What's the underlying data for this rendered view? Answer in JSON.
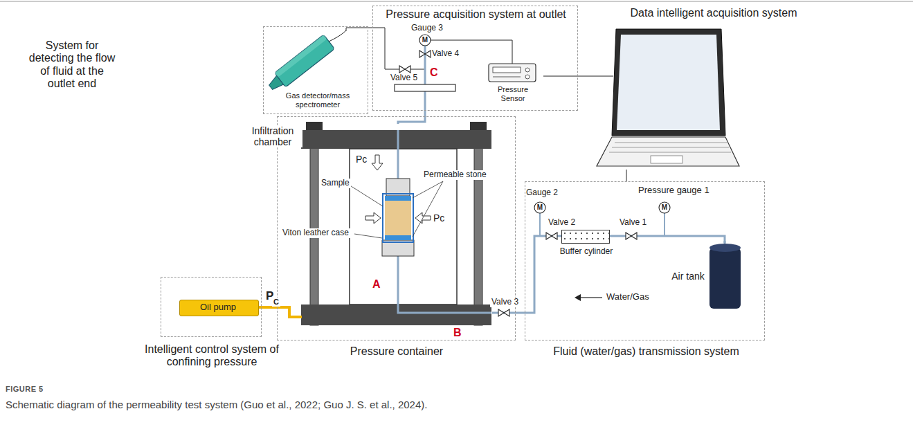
{
  "diagram": {
    "caption": "Schematic diagram of the permeability test system (Guo et al., 2022; Guo J. S. et al., 2024).",
    "nodes": [
      {
        "text": [
          "System for detecting the flow of fluid at the outlet end"
        ]
      },
      {
        "text": [
          "Gas detector/mass spectrometer"
        ],
        "in": 0
      },
      {
        "text": [
          "Pressure acquisition system at outlet"
        ]
      },
      {
        "text": [
          "Pressure Sensor"
        ],
        "in": 2
      },
      {
        "text": [
          "Data intelligent acquisition system"
        ]
      },
      {
        "text": [
          "Intelligent control system of confining pressure"
        ]
      },
      {
        "text": [
          "Oil pump"
        ],
        "in": 5
      },
      {
        "text": [
          "Pressure container"
        ]
      },
      {
        "text": [
          "Infiltration chamber"
        ],
        "in": 7
      },
      {
        "text": [
          "Fluid (water/gas) transmission system"
        ]
      },
      {
        "text": [
          "Buffer cylinder"
        ],
        "in": 9
      },
      {
        "text": [
          "Air tank"
        ],
        "in": 9
      }
    ],
    "edges": [
      {
        "from": 1,
        "to": 2,
        "arrow": "none"
      },
      {
        "from": 3,
        "to": 4,
        "arrow": "none"
      },
      {
        "from": 4,
        "to": 9,
        "arrow": "none"
      },
      {
        "from": 6,
        "to": 8,
        "arrow": "none"
      },
      {
        "from": 10,
        "to": 8,
        "arrow": "none",
        "label": "Water/Gas"
      },
      {
        "from": 8,
        "to": 2,
        "arrow": "none"
      },
      {
        "from": 11,
        "to": 10,
        "arrow": "none"
      }
    ],
    "labels": [
      "Gauge 3",
      "M",
      "Valve 4",
      "Valve 5",
      "C",
      "Sample",
      "Viton leather case",
      "Permeable stone",
      "Pc",
      "Pc",
      "A",
      "B",
      "P",
      "C",
      "Valve 3",
      "Gauge 2",
      "M",
      "Valve 2",
      "Valve 1",
      "Pressure gauge 1",
      "M",
      "FIGURE 5"
    ]
  }
}
